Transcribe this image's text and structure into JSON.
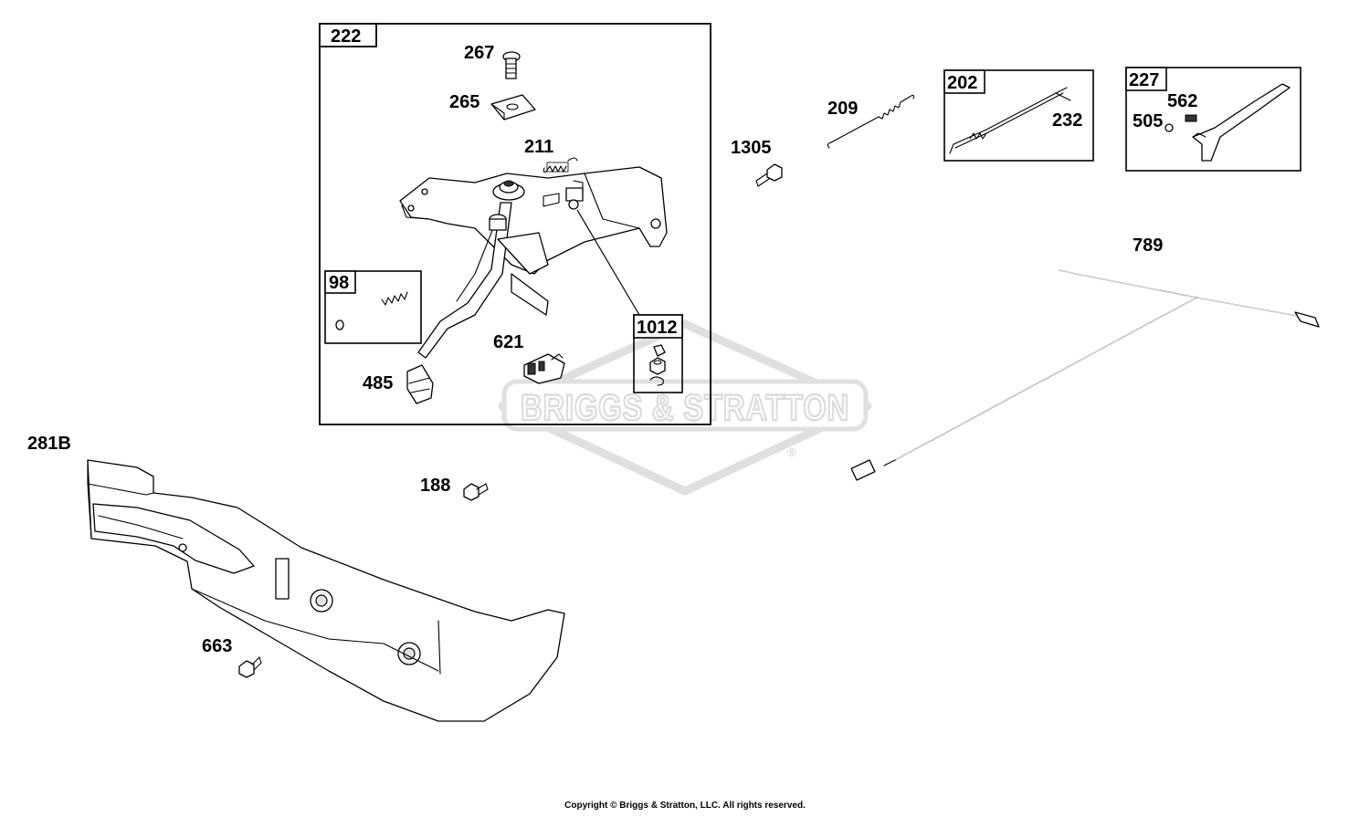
{
  "watermark": {
    "brand": "BRIGGS & STRATTON",
    "registered": "®"
  },
  "boxes": {
    "b222": "222",
    "b98": "98",
    "b1012": "1012",
    "b202": "202",
    "b227": "227"
  },
  "labels": {
    "p267": "267",
    "p265": "265",
    "p211": "211",
    "p621": "621",
    "p485": "485",
    "p209": "209",
    "p1305": "1305",
    "p232": "232",
    "p562": "562",
    "p505": "505",
    "p789": "789",
    "p281B": "281B",
    "p188": "188",
    "p663": "663"
  },
  "footer": {
    "copyright": "Copyright © Briggs & Stratton, LLC. All rights reserved."
  }
}
